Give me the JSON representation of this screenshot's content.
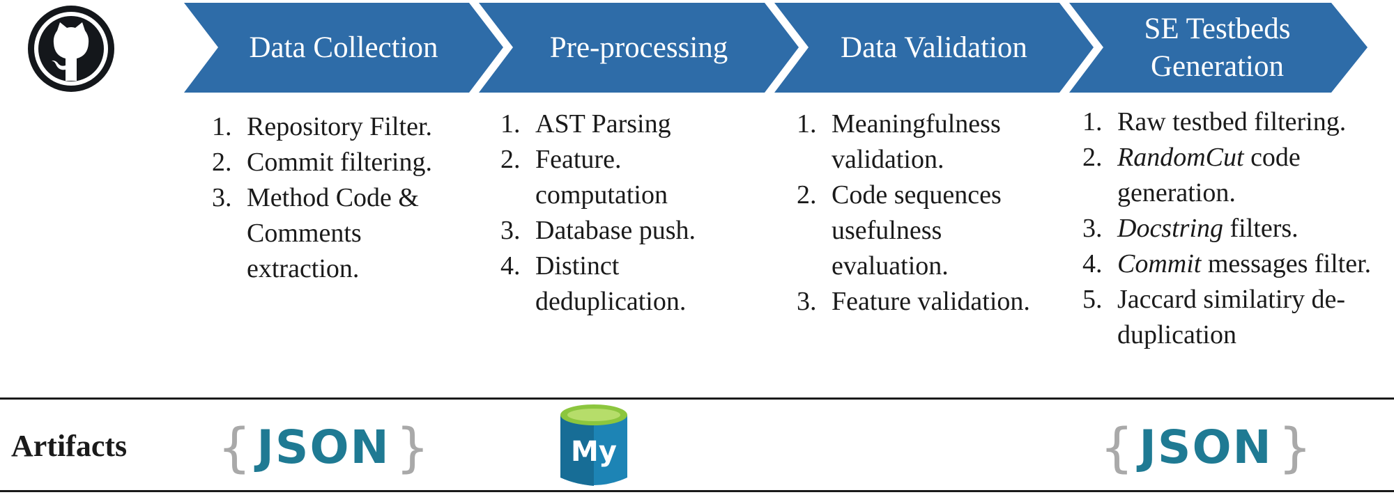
{
  "stages": [
    {
      "title_lines": [
        "Data Collection"
      ],
      "steps": [
        [
          {
            "t": "Repository Filter."
          }
        ],
        [
          {
            "t": "Commit filtering."
          }
        ],
        [
          {
            "t": "Method Code & Comments extraction."
          }
        ]
      ]
    },
    {
      "title_lines": [
        "Pre-processing"
      ],
      "steps": [
        [
          {
            "t": "AST Parsing"
          }
        ],
        [
          {
            "t": "Feature. computation"
          }
        ],
        [
          {
            "t": "Database push."
          }
        ],
        [
          {
            "t": "Distinct deduplication."
          }
        ]
      ]
    },
    {
      "title_lines": [
        "Data Validation"
      ],
      "steps": [
        [
          {
            "t": "Meaningfulness validation."
          }
        ],
        [
          {
            "t": "Code sequences usefulness evaluation."
          }
        ],
        [
          {
            "t": "Feature validation."
          }
        ]
      ]
    },
    {
      "title_lines": [
        "SE Testbeds",
        "Generation"
      ],
      "steps": [
        [
          {
            "t": "Raw testbed filtering."
          }
        ],
        [
          {
            "t": "RandomCut",
            "i": true
          },
          {
            "t": " code generation."
          }
        ],
        [
          {
            "t": "Docstring",
            "i": true
          },
          {
            "t": " filters."
          }
        ],
        [
          {
            "t": "Commit",
            "i": true
          },
          {
            "t": " messages filter."
          }
        ],
        [
          {
            "t": "Jaccard similatiry de-duplication"
          }
        ]
      ]
    }
  ],
  "artifacts": {
    "label": "Artifacts",
    "json_logo_text": "JSON",
    "mysql_logo_text": "My"
  },
  "colors": {
    "chevron": "#2e6ca8",
    "github": "#14171b",
    "json_text": "#1f7a93",
    "json_brace": "#a9a9a9",
    "mysql_body": "#1d84b5",
    "mysql_top": "#8cc63e"
  },
  "icons": [
    "github-icon",
    "json-icon",
    "mysql-icon"
  ]
}
